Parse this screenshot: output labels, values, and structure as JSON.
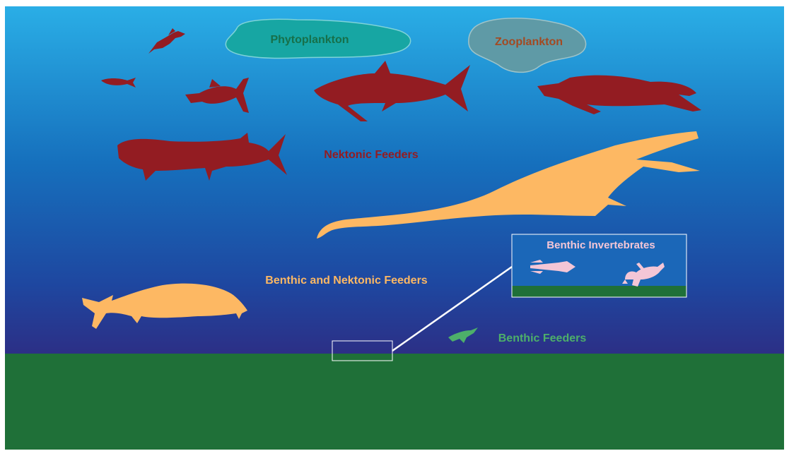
{
  "labels": {
    "phytoplankton": "Phytoplankton",
    "zooplankton": "Zooplankton",
    "nektonic_feeders": "Nektonic Feeders",
    "benthic_and_nektonic_feeders": "Benthic and Nektonic Feeders",
    "benthic_invertebrates": "Benthic Invertebrates",
    "benthic_feeders": "Benthic Feeders"
  },
  "colors": {
    "water_top": "#29a9e4",
    "water_mid": "#1873be",
    "water_bottom": "#2c2f86",
    "seafloor": "#1f6f38",
    "nektonic": "#931c22",
    "benthic_nektonic": "#fdb863",
    "benthic": "#4daf6a",
    "invertebrates": "#f4c6d6",
    "phytoplankton_fill": "#17a6a3",
    "phytoplankton_text": "#17704a",
    "zooplankton_fill": "#5f9aa6",
    "zooplankton_text": "#a34a22"
  }
}
